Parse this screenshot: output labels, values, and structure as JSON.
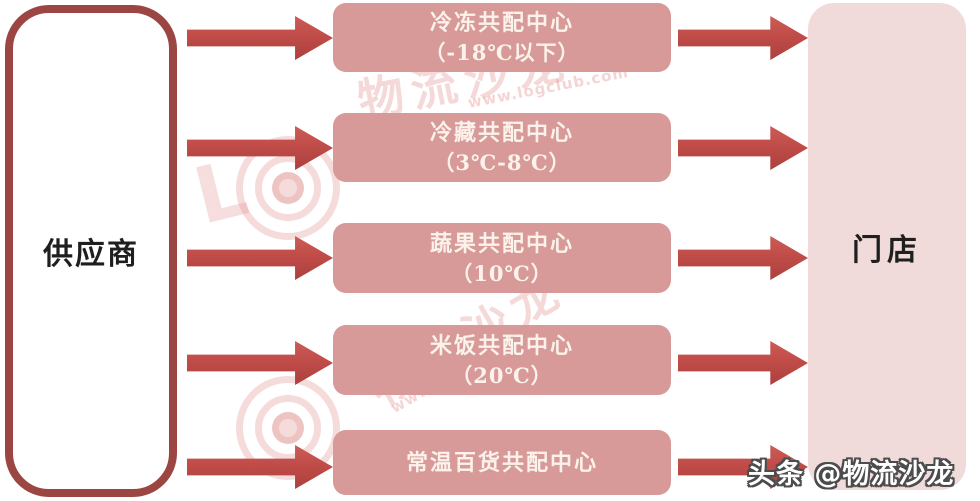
{
  "left_box": {
    "label": "供应商"
  },
  "right_box": {
    "label": "门店"
  },
  "centers": [
    {
      "name": "冷冻共配中心",
      "temp": "（-18℃以下）"
    },
    {
      "name": "冷藏共配中心",
      "temp": "（3℃-8℃）"
    },
    {
      "name": "蔬果共配中心",
      "temp": "（10℃）"
    },
    {
      "name": "米饭共配中心",
      "temp": "（20℃）"
    },
    {
      "name": "常温百货共配中心",
      "temp": ""
    }
  ],
  "watermark": {
    "brand": "物流沙龙",
    "url": "www.logclub.com",
    "letter": "L"
  },
  "attribution": {
    "text": "头条 @物流沙龙"
  },
  "colors": {
    "border-red": "#9c4644",
    "arrow-red": "#c04c48",
    "arrow-red-light": "#cc5c56",
    "arrow-red-dark": "#ab413e",
    "center-pink": "#d79a98",
    "store-pink": "#f1dbda",
    "center-text": "#fbf3eb",
    "dark-text": "#1f1f1f",
    "wm-pink": "#e2918f"
  }
}
